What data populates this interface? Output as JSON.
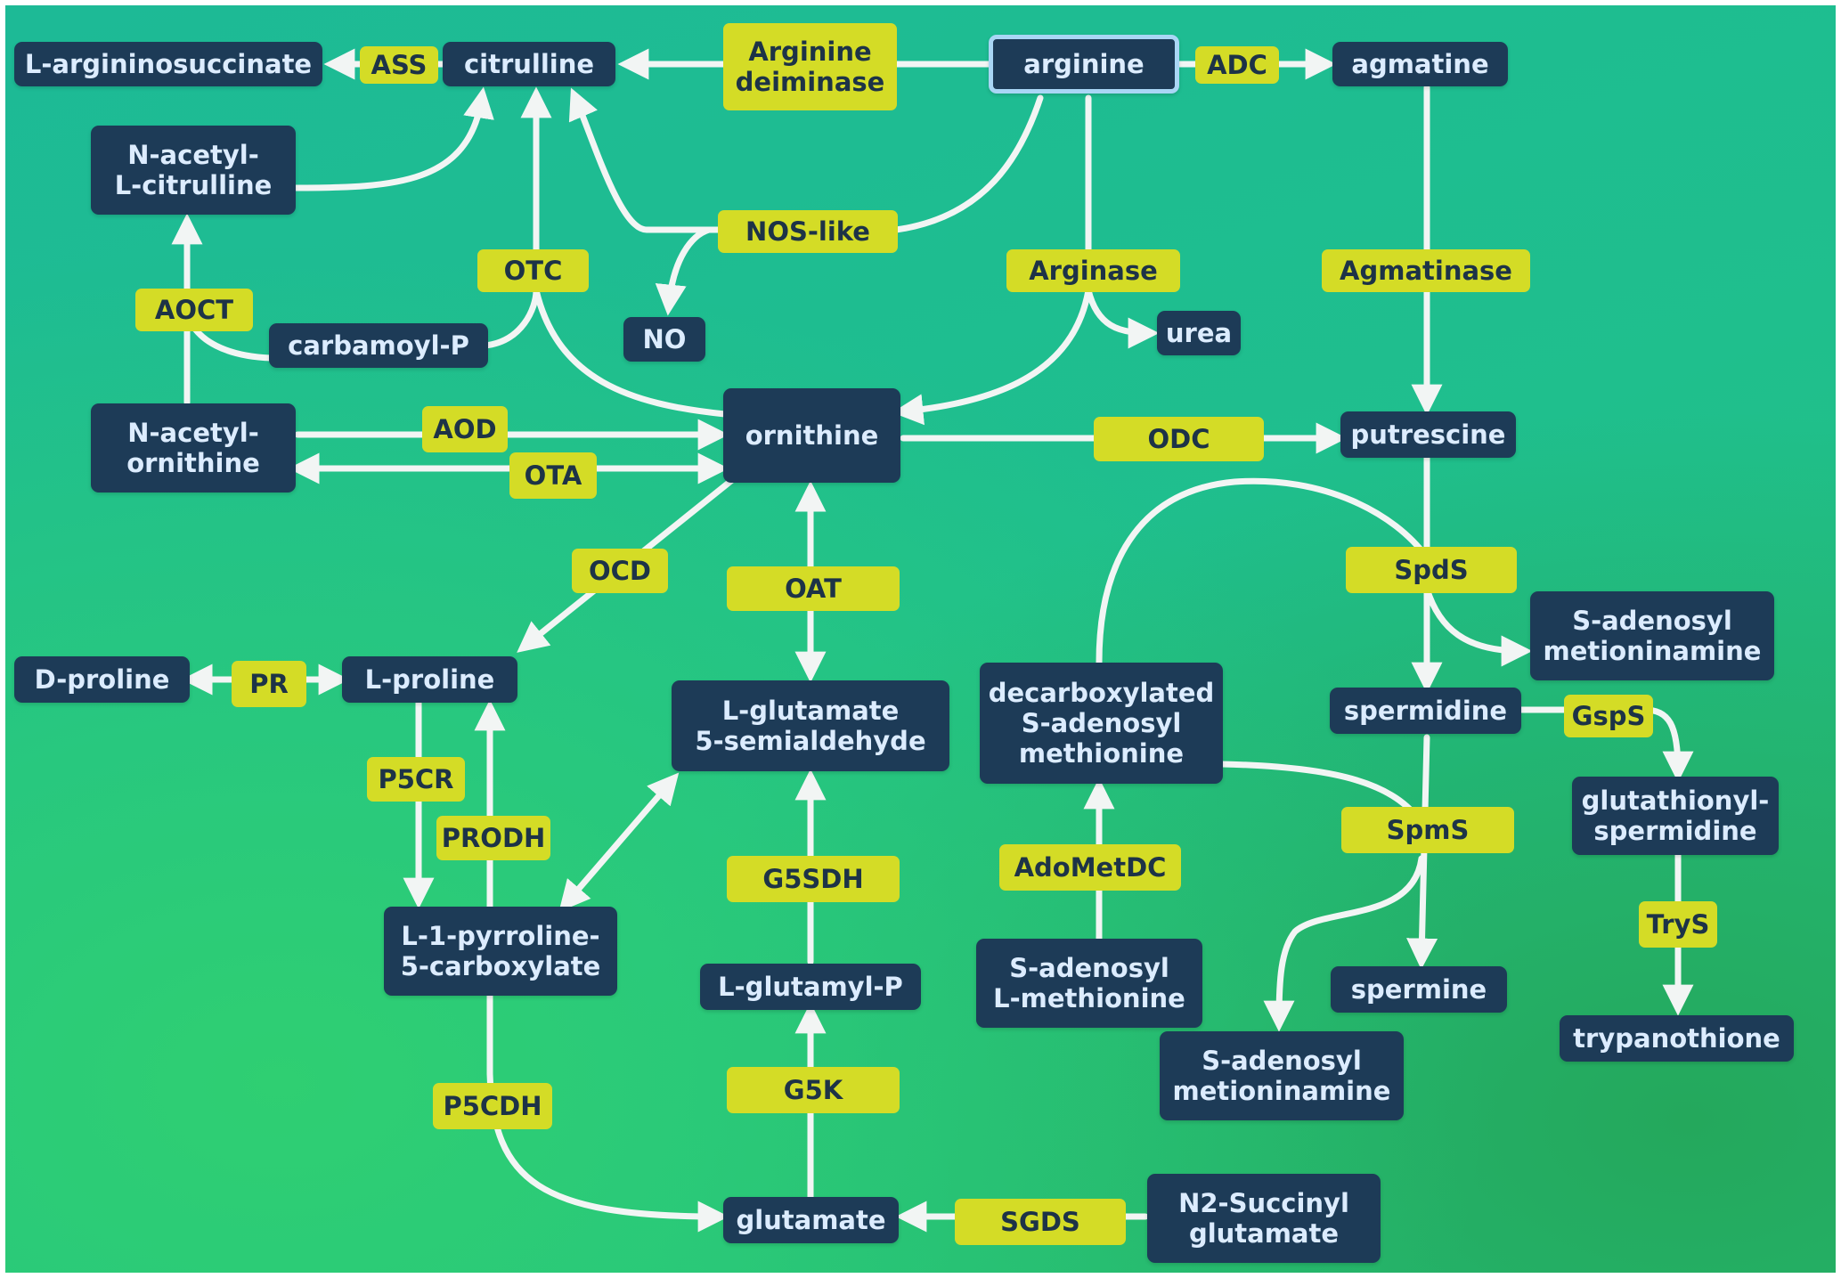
{
  "metabolites": {
    "l_argininosuccinate": "L-argininosuccinate",
    "citrulline": "citrulline",
    "arginine": "arginine",
    "agmatine": "agmatine",
    "n_acetyl_l_citrulline": "N-acetyl-\nL-citrulline",
    "no": "NO",
    "urea": "urea",
    "carbamoyl_p": "carbamoyl-P",
    "n_acetyl_ornithine": "N-acetyl-\nornithine",
    "ornithine": "ornithine",
    "putrescine": "putrescine",
    "d_proline": "D-proline",
    "l_proline": "L-proline",
    "l_glutamate_semialdehyde": "L-glutamate\n5-semialdehyde",
    "decarboxylated_sam": "decarboxylated\nS-adenosyl\nmethionine",
    "s_adenosyl_metioninamine_1": "S-adenosyl\nmetioninamine",
    "spermidine": "spermidine",
    "glutathionyl_spermidine": "glutathionyl-\nspermidine",
    "p5c": "L-1-pyrroline-\n5-carboxylate",
    "l_glutamyl_p": "L-glutamyl-P",
    "s_adenosyl_l_methionine": "S-adenosyl\nL-methionine",
    "spermine": "spermine",
    "trypanothione": "trypanothione",
    "s_adenosyl_metioninamine_2": "S-adenosyl\nmetioninamine",
    "glutamate": "glutamate",
    "n2_succinyl_glutamate": "N2-Succinyl\nglutamate"
  },
  "enzymes": {
    "ass": "ASS",
    "arginine_deiminase": "Arginine\ndeiminase",
    "adc": "ADC",
    "nos_like": "NOS-like",
    "otc": "OTC",
    "arginase": "Arginase",
    "agmatinase": "Agmatinase",
    "aoct": "AOCT",
    "aod": "AOD",
    "ota": "OTA",
    "odc": "ODC",
    "ocd": "OCD",
    "oat": "OAT",
    "spds": "SpdS",
    "pr": "PR",
    "gsps": "GspS",
    "p5cr": "P5CR",
    "prodh": "PRODH",
    "spms": "SpmS",
    "adometdc": "AdoMetDC",
    "g5sdh": "G5SDH",
    "trys": "TryS",
    "g5k": "G5K",
    "p5cdh": "P5CDH",
    "sgds": "SGDS"
  },
  "colors": {
    "background": "#1fbf8d",
    "metabolite_box": "#1d3b57",
    "metabolite_text": "#dcecff",
    "enzyme_box": "#d4dc26",
    "enzyme_text": "#1d3347",
    "arrow": "#f2f5f4",
    "highlight_border": "#a9d6f5"
  }
}
